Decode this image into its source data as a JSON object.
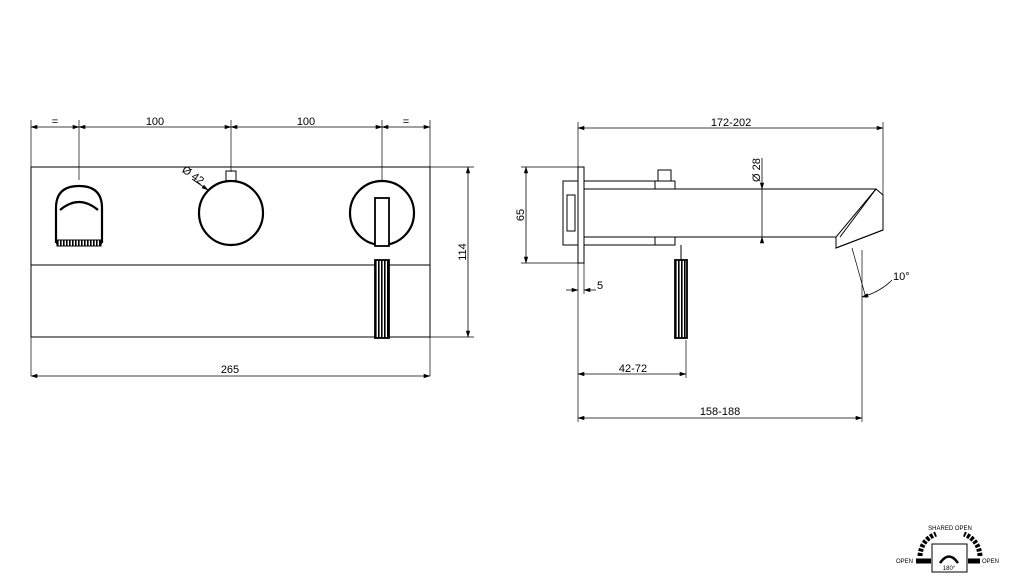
{
  "front_view": {
    "dim_equal_left": "=",
    "dim_spacing_1": "100",
    "dim_spacing_2": "100",
    "dim_equal_right": "=",
    "dim_diameter": "Ø 42",
    "dim_height": "114",
    "dim_width": "265"
  },
  "side_view": {
    "dim_overall_length": "172-202",
    "dim_spout_diameter": "Ø 28",
    "dim_plate_height": "65",
    "dim_plate_thickness": "5",
    "dim_handle_offset": "42-72",
    "dim_spout_reach": "158-188",
    "dim_angle": "10°"
  },
  "legend": {
    "shared_open": "SHARED OPEN",
    "open_left": "OPEN",
    "open_right": "OPEN",
    "rotation": "180°"
  }
}
